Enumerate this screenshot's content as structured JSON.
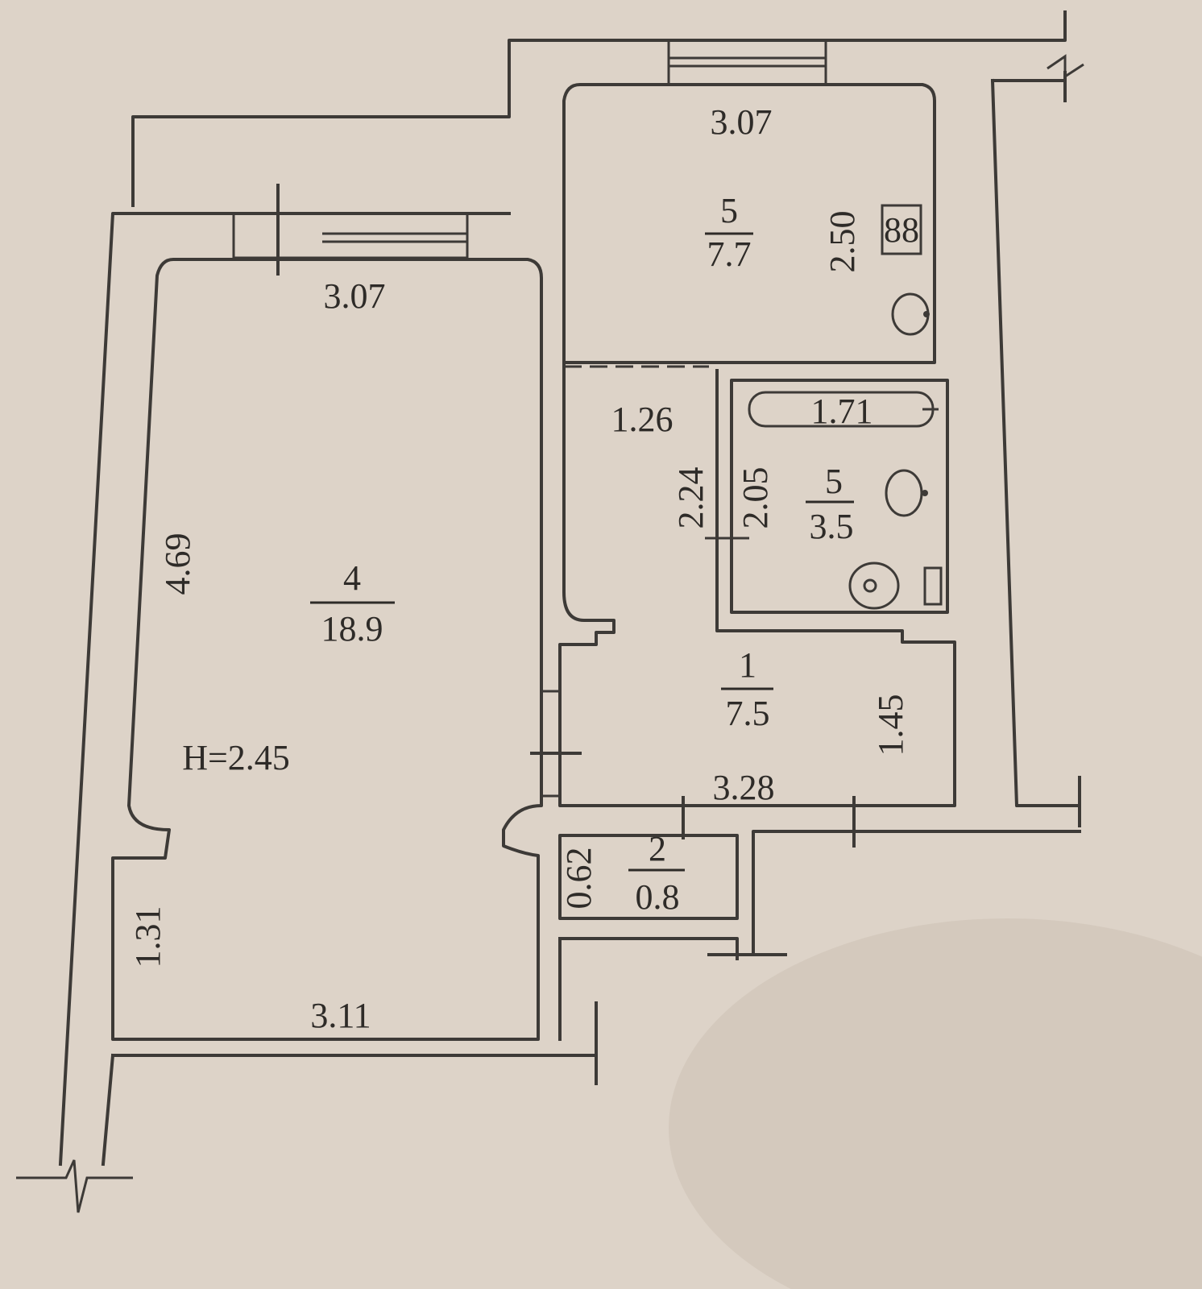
{
  "rooms": {
    "living": {
      "number": "4",
      "area": "18.9",
      "width_top": "3.07",
      "width_bottom": "3.11",
      "length": "4.69",
      "niche": "1.31",
      "ceiling_height": "H=2.45"
    },
    "kitchen": {
      "number": "5",
      "area": "7.7",
      "width": "3.07",
      "length": "2.50"
    },
    "bathroom": {
      "number": "5",
      "area": "3.5",
      "bath_length": "1.71",
      "inner_length": "2.05",
      "outer_length": "2.24"
    },
    "corridor": {
      "width": "1.26"
    },
    "hall": {
      "number": "1",
      "area": "7.5",
      "width": "3.28",
      "length": "1.45"
    },
    "storage": {
      "number": "2",
      "area": "0.8",
      "width": "0.62"
    }
  }
}
